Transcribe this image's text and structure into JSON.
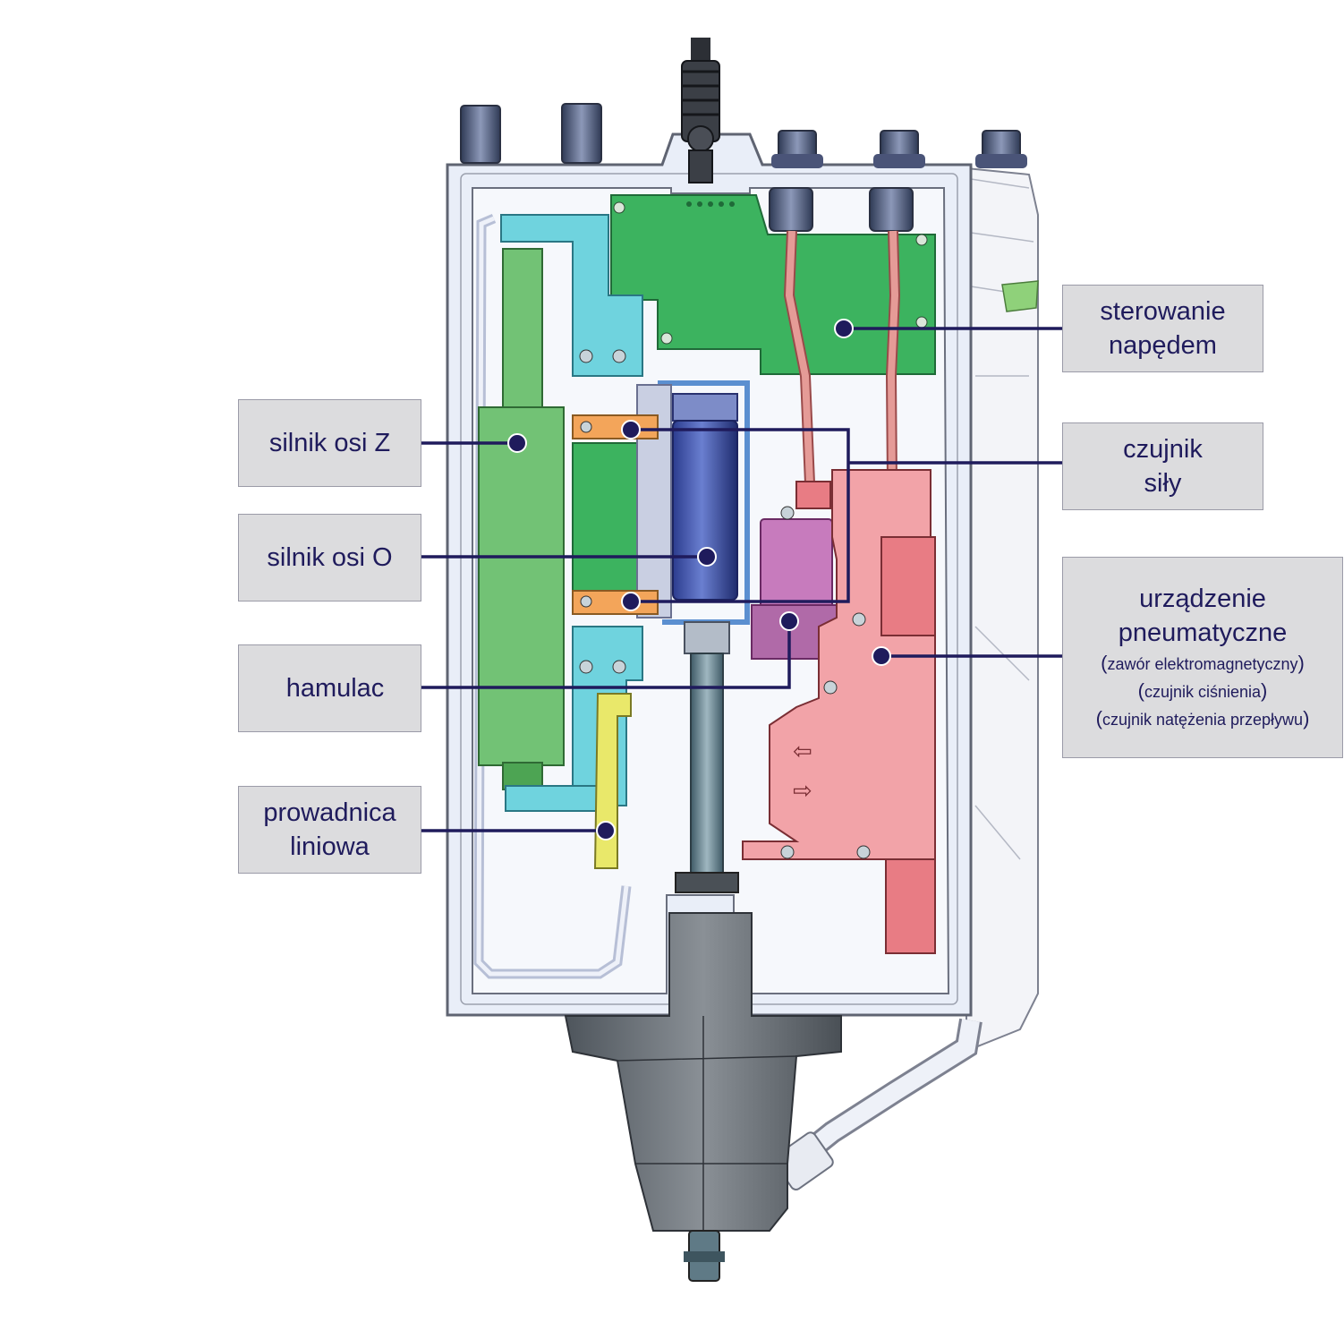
{
  "labels": {
    "silnik_z": "silnik osi Z",
    "silnik_o": "silnik osi O",
    "hamulac": "hamulac",
    "prowadnica_1": "prowadnica",
    "prowadnica_2": "liniowa",
    "sterowanie_1": "sterowanie",
    "sterowanie_2": "napędem",
    "czujnik_1": "czujnik",
    "czujnik_2": "siły",
    "pneu_1": "urządzenie",
    "pneu_2": "pneumatyczne",
    "pneu_sub_1": "zawór elektromagnetyczny",
    "pneu_sub_2": "czujnik ciśnienia",
    "pneu_sub_3": "czujnik natężenia przepływu"
  },
  "colors": {
    "label_text": "#1f1b5c",
    "label_box_fill": "#dcdcde",
    "leader_line": "#1f1b5c",
    "housing": "#e9eef8",
    "pcb": "#3cb35f",
    "motor_z": "#72c275",
    "bracket": "#6fd3de",
    "motor_o": "#3b4fa8",
    "brake": "#c77bbd",
    "sensor_clamp": "#f3a55a",
    "pneumatic": "#f2a3a8",
    "guide": "#e9e86a",
    "nozzle": "#6c7278"
  }
}
